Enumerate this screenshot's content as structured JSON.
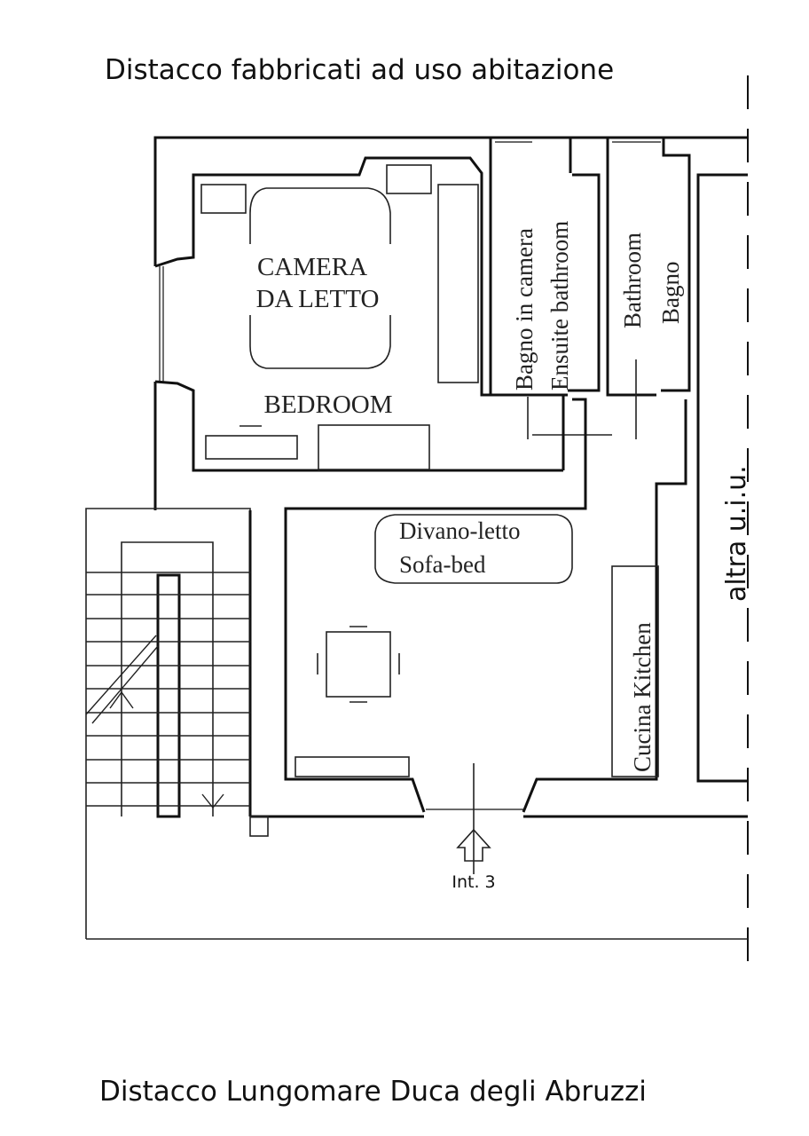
{
  "title_top": "Distacco fabbricati ad uso abitazione",
  "title_bottom": "Distacco Lungomare Duca degli Abruzzi",
  "rooms": {
    "bedroom_it_1": "CAMERA",
    "bedroom_it_2": "DA LETTO",
    "bedroom_en": "BEDROOM",
    "ensuite_it": "Bagno in camera",
    "ensuite_en": "Ensuite bathroom",
    "bathroom_en": "Bathroom",
    "bathroom_it": "Bagno",
    "sofa_it": "Divano-letto",
    "sofa_en": "Sofa-bed",
    "kitchen": "Cucina Kitchen",
    "neighbor": "altra u.i.u."
  },
  "entrance_label": "Int. 3"
}
